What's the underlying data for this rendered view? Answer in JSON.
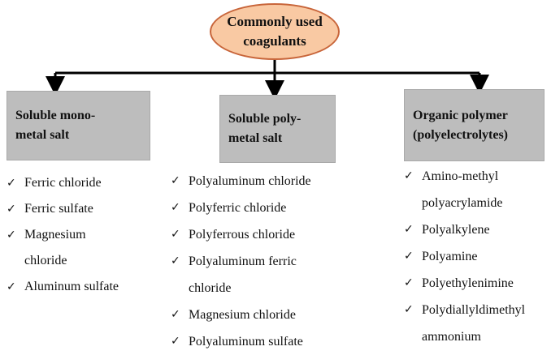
{
  "root": {
    "line1": "Commonly used",
    "line2": "coagulants"
  },
  "categories": [
    {
      "title_line1": "Soluble mono-",
      "title_line2": "metal salt",
      "items": [
        {
          "line1": "Ferric chloride"
        },
        {
          "line1": "Ferric sulfate"
        },
        {
          "line1": "Magnesium",
          "line2": "chloride"
        },
        {
          "line1": "Aluminum sulfate"
        }
      ]
    },
    {
      "title_line1": "Soluble poly-",
      "title_line2": "metal salt",
      "items": [
        {
          "line1": "Polyaluminum chloride"
        },
        {
          "line1": "Polyferric chloride"
        },
        {
          "line1": "Polyferrous chloride"
        },
        {
          "line1": "Polyaluminum ferric",
          "line2": "chloride"
        },
        {
          "line1": "Magnesium chloride"
        },
        {
          "line1": "Polyaluminum sulfate"
        }
      ]
    },
    {
      "title_line1": "Organic polymer",
      "title_line2": "(polyelectrolytes)",
      "items": [
        {
          "line1": "Amino-methyl",
          "line2": "polyacrylamide"
        },
        {
          "line1": "Polyalkylene"
        },
        {
          "line1": "Polyamine"
        },
        {
          "line1": "Polyethylenimine"
        },
        {
          "line1": "Polydiallyldimethyl",
          "line2": "ammonium"
        }
      ]
    }
  ],
  "check_glyph": "✓",
  "colors": {
    "root_fill": "#f9c9a3",
    "root_border": "#c8653a",
    "box_fill": "#bdbdbd",
    "line": "#000000"
  }
}
